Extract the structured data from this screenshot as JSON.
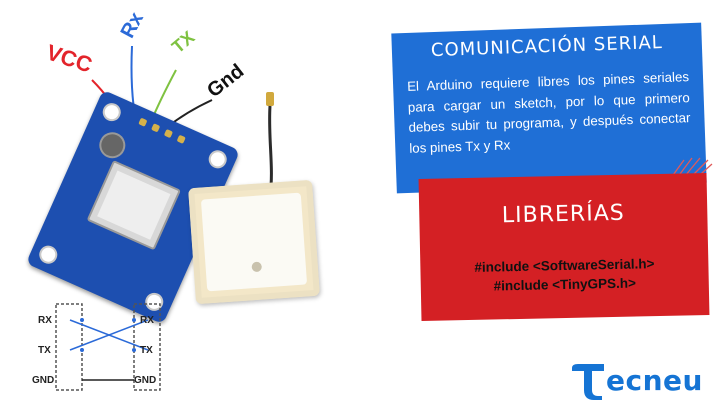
{
  "illustration": {
    "labels": {
      "vcc": "VCC",
      "rx": "Rx",
      "tx": "TX",
      "gnd": "Gnd"
    },
    "serial_diagram": {
      "left": [
        "RX",
        "TX",
        "GND"
      ],
      "right": [
        "RX",
        "TX",
        "GND"
      ]
    },
    "colors": {
      "vcc": "#e3242b",
      "rx": "#2b6ad8",
      "tx": "#7fc241",
      "gnd": "#111111"
    }
  },
  "serial_card": {
    "title": "COMUNICACIÓN SERIAL",
    "body": "El Arduino requiere libres los pines seriales para cargar un sketch, por lo que primero debes subir tu programa, y después conectar los pines Tx y Rx",
    "color": "#1f6fd6"
  },
  "libraries_card": {
    "title": "LIBRERÍAS",
    "includes": [
      "#include <SoftwareSerial.h>",
      "#include <TinyGPS.h>"
    ],
    "color": "#d42024"
  },
  "brand": {
    "name": "ecneu",
    "logo_icon": "tecneu-t-logo",
    "color": "#1574d4"
  }
}
